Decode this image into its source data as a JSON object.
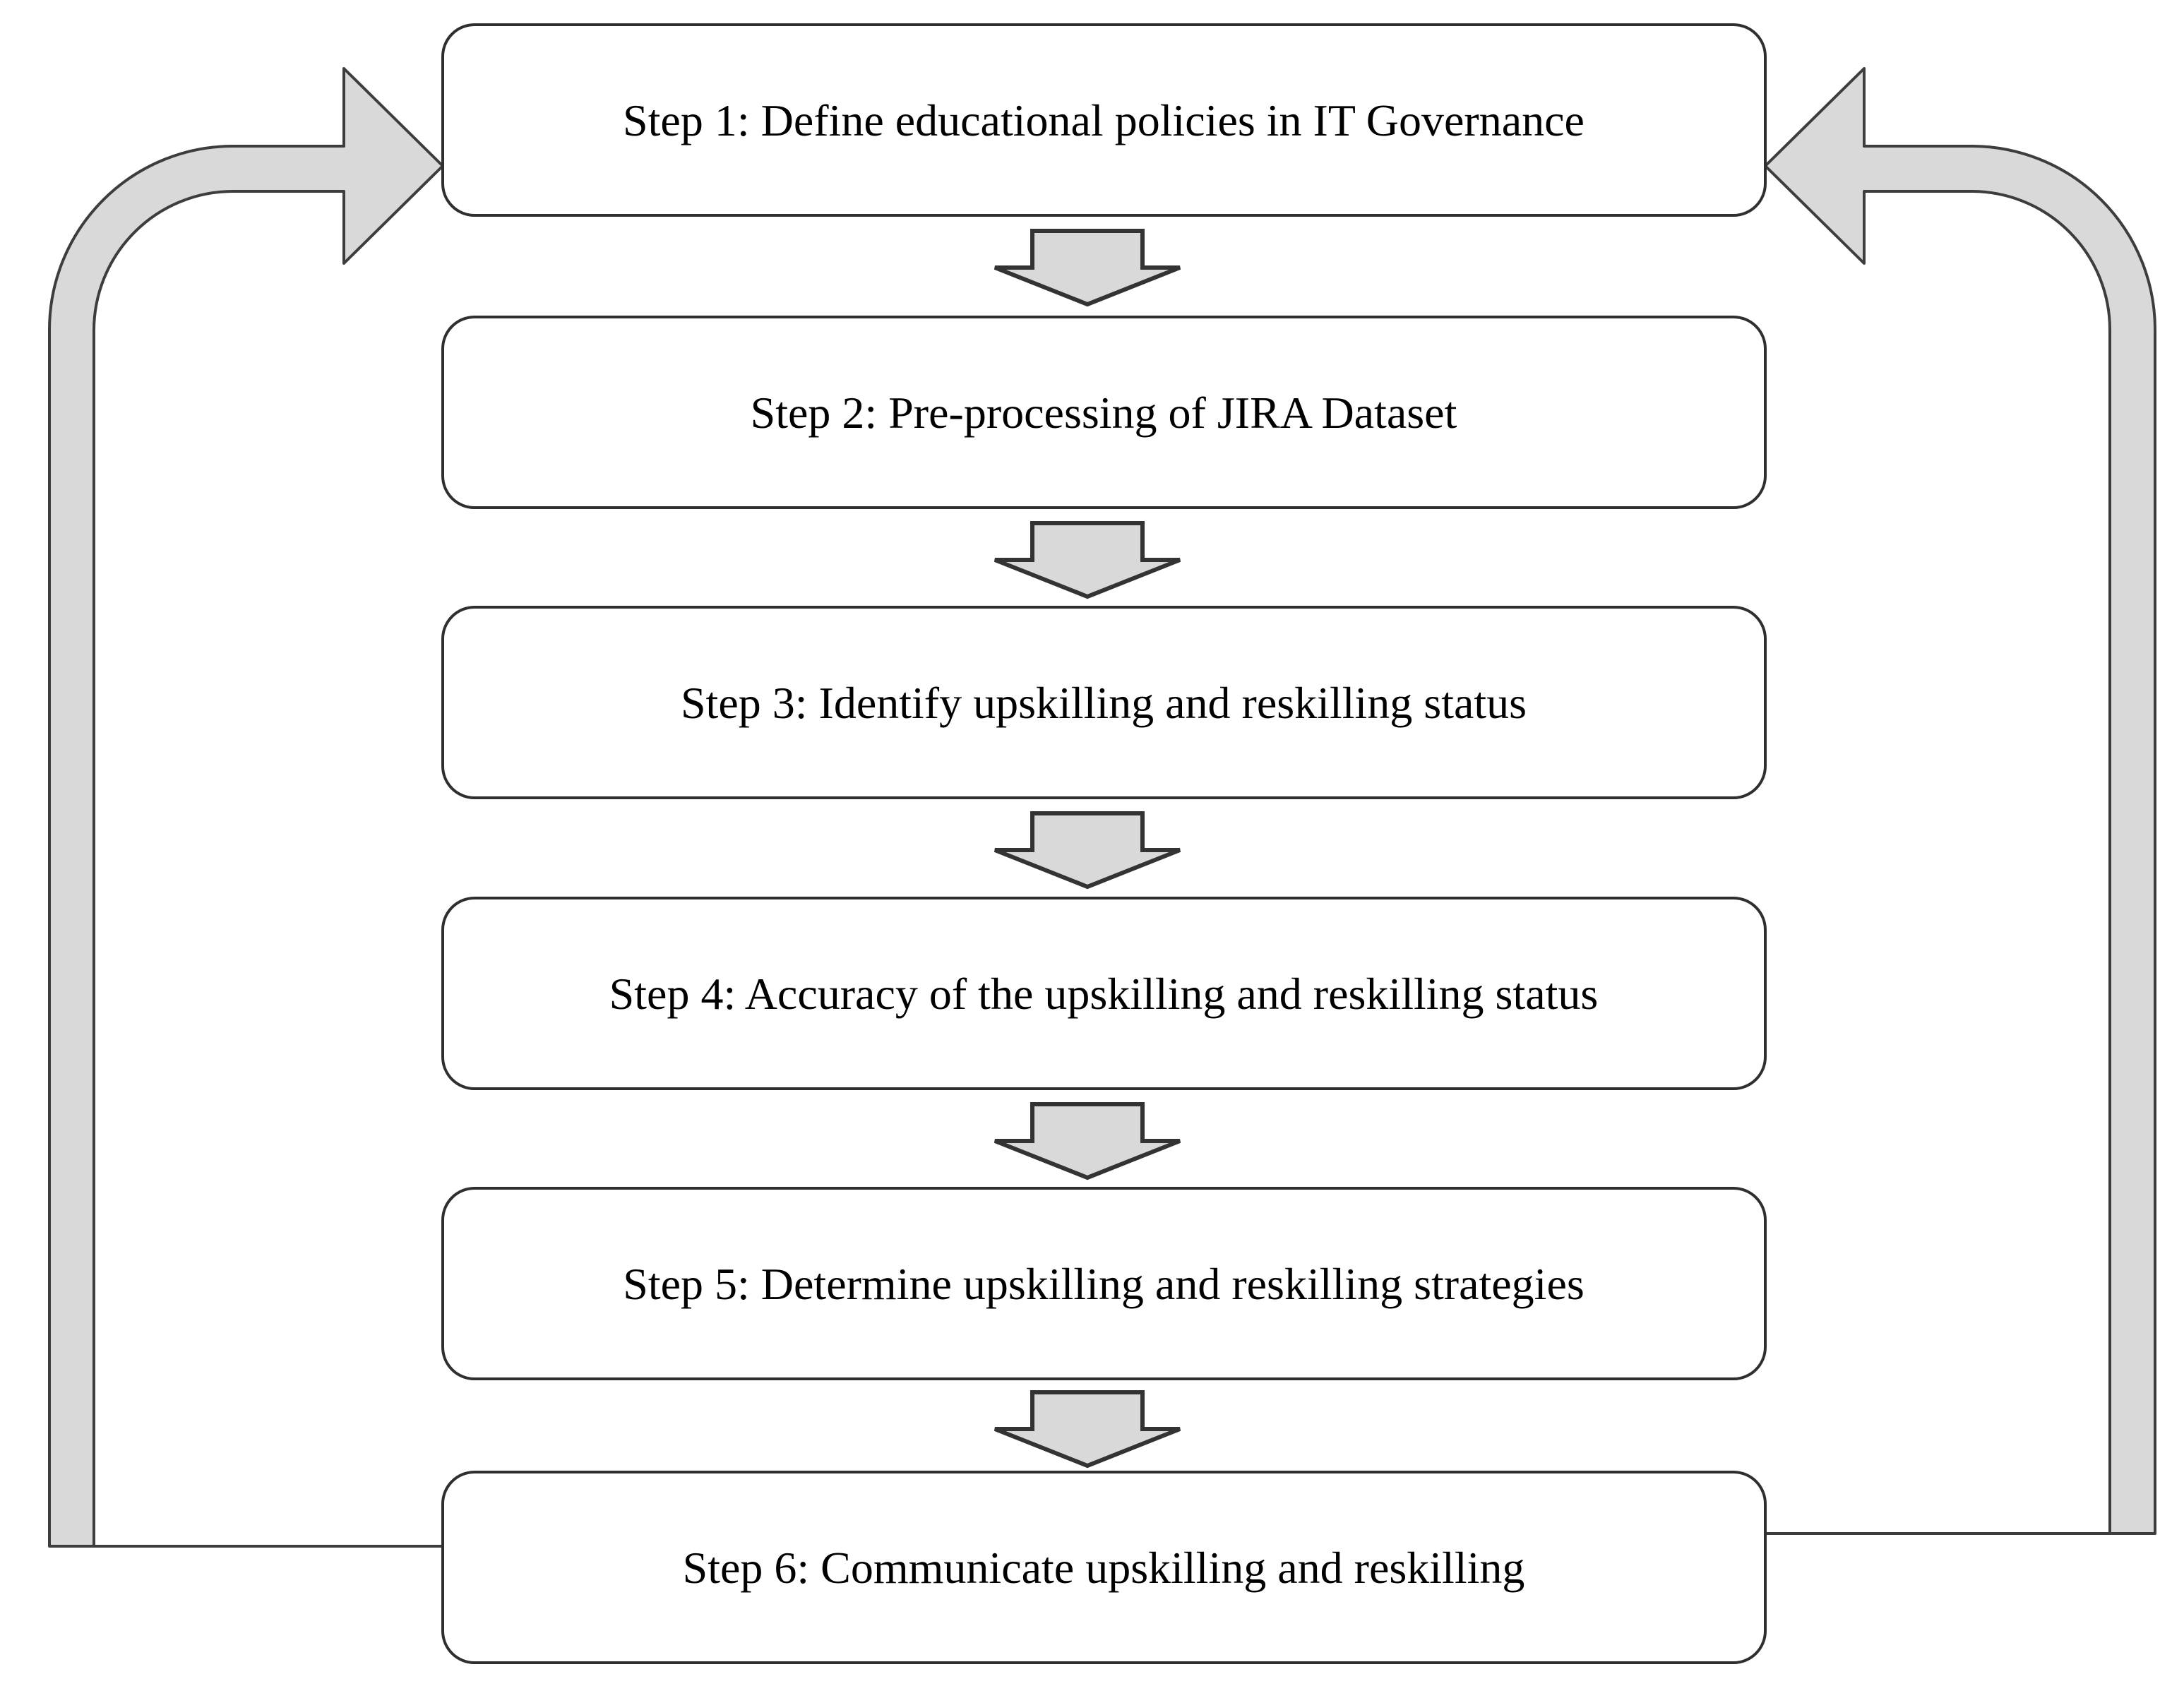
{
  "diagram": {
    "type": "flowchart",
    "steps": [
      {
        "id": 1,
        "label": "Step 1: Define educational policies in IT Governance"
      },
      {
        "id": 2,
        "label": "Step 2: Pre-processing of JIRA Dataset"
      },
      {
        "id": 3,
        "label": "Step 3: Identify upskilling and reskilling status"
      },
      {
        "id": 4,
        "label": "Step 4: Accuracy of the upskilling and reskilling status"
      },
      {
        "id": 5,
        "label": "Step 5: Determine upskilling and reskilling strategies"
      },
      {
        "id": 6,
        "label": "Step 6: Communicate upskilling and reskilling"
      }
    ],
    "flow_arrows_between_steps": 5,
    "feedback_loops": [
      {
        "from": "Step 6",
        "to": "Step 1",
        "side": "left"
      },
      {
        "from": "Step 6",
        "to": "Step 1",
        "side": "right"
      }
    ]
  },
  "colors": {
    "background": "#ffffff",
    "box_fill": "#ffffff",
    "box_border": "#2f2f2f",
    "arrow_fill": "#d9d9d9",
    "arrow_border": "#3d3d3d",
    "text": "#000000"
  }
}
